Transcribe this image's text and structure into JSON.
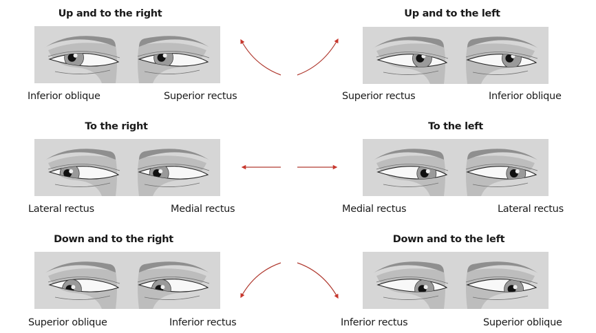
{
  "figure": {
    "arrow_color": "#c0392b",
    "panels": [
      {
        "id": "up-right",
        "title": "Up and to the right",
        "gaze": {
          "dx": -0.45,
          "dy": -0.35
        },
        "labels": {
          "left": "Inferior oblique",
          "right": "Superior rectus"
        }
      },
      {
        "id": "up-left",
        "title": "Up and to the left",
        "gaze": {
          "dx": 0.45,
          "dy": -0.35
        },
        "labels": {
          "left": "Superior rectus",
          "right": "Inferior oblique"
        }
      },
      {
        "id": "right",
        "title": "To the right",
        "gaze": {
          "dx": -0.65,
          "dy": 0
        },
        "labels": {
          "left": "Lateral rectus",
          "right": "Medial rectus"
        }
      },
      {
        "id": "left",
        "title": "To the left",
        "gaze": {
          "dx": 0.65,
          "dy": 0
        },
        "labels": {
          "left": "Medial rectus",
          "right": "Lateral rectus"
        }
      },
      {
        "id": "down-right",
        "title": "Down and to the right",
        "gaze": {
          "dx": -0.55,
          "dy": 0.35
        },
        "labels": {
          "left": "Superior oblique",
          "right": "Inferior rectus"
        }
      },
      {
        "id": "down-left",
        "title": "Down and to the left",
        "gaze": {
          "dx": 0.55,
          "dy": 0.35
        },
        "labels": {
          "left": "Inferior rectus",
          "right": "Superior oblique"
        }
      }
    ],
    "arrows": [
      {
        "id": "arrow-up-right",
        "direction": "up-left-curved"
      },
      {
        "id": "arrow-up-left",
        "direction": "up-right-curved"
      },
      {
        "id": "arrow-right",
        "direction": "left"
      },
      {
        "id": "arrow-left",
        "direction": "right"
      },
      {
        "id": "arrow-down-right",
        "direction": "down-left-curved"
      },
      {
        "id": "arrow-down-left",
        "direction": "down-right-curved"
      }
    ]
  }
}
